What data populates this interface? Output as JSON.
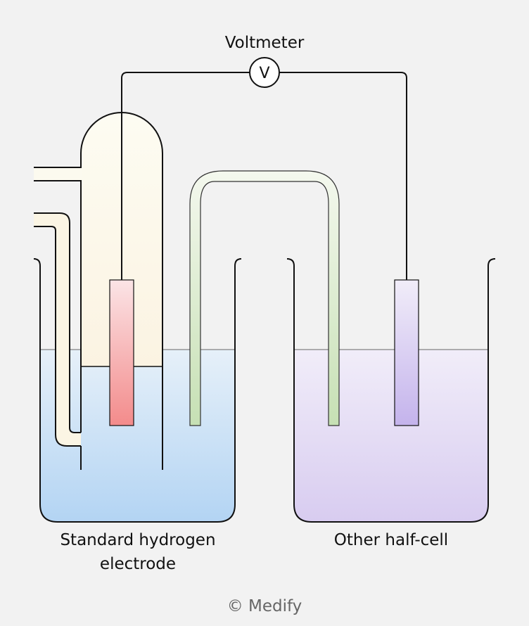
{
  "labels": {
    "voltmeter": "Voltmeter",
    "voltmeter_symbol": "V",
    "left_cell_line1": "Standard hydrogen",
    "left_cell_line2": "electrode",
    "right_cell": "Other half-cell",
    "copyright": "© Medify"
  },
  "colors": {
    "background": "#f2f2f2",
    "left_solution": [
      "#e6f0f9",
      "#b3d4f3"
    ],
    "right_solution": [
      "#f1edf9",
      "#d8ccf0"
    ],
    "hydrogen_gas": [
      "#fdfcf2",
      "#fbf3e2"
    ],
    "platinum_electrode": [
      "#fbe4e6",
      "#f38b8b"
    ],
    "other_electrode": [
      "#f1edf9",
      "#c4b3ec"
    ],
    "salt_bridge": [
      "#f4f8ee",
      "#c6e0b4"
    ],
    "copyright_text": "#666666"
  }
}
